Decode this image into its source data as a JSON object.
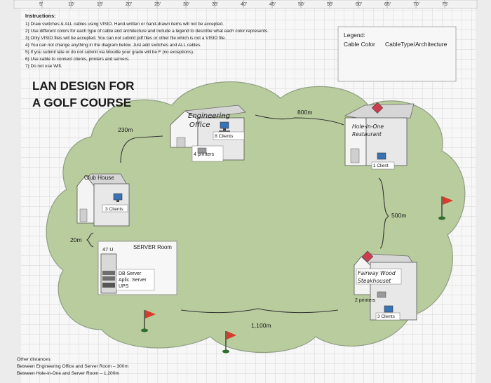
{
  "ruler": [
    "5'",
    "10'",
    "15'",
    "20'",
    "25'",
    "30'",
    "35'",
    "40'",
    "45'",
    "50'",
    "55'",
    "60'",
    "65'",
    "70'",
    "75'"
  ],
  "instructions": {
    "heading": "Instructions:",
    "lines": [
      "1) Draw switches & ALL cables using VISIO.  Hand-written or hand-drawn items will not be accepted.",
      "2) Use different colors for each type of cable and architecture and include a legend to describe what each color represents.",
      "3) Only VISIO files will be accepted.  You can not submit pdf files or other file which is not a VISIO file.",
      "4) You can not change anything in the diagram below.  Just add switches and ALL cables.",
      "5) If you submit late or do not submit via Moodle your grade will be F (no exceptions).",
      "6) Use cable to connect clients, printers and servers.",
      "7) Do not use Wifi."
    ]
  },
  "legend": {
    "title": "Legend:",
    "col1": "Cable Color",
    "col2": "CableType/Architecture"
  },
  "title": {
    "line1": "LAN DESIGN FOR",
    "line2": "A GOLF COURSE"
  },
  "buildings": {
    "engineering": {
      "line1": "Engineering",
      "line2": "Office",
      "clients": "8 Clients",
      "printers": "4 printers"
    },
    "clubhouse": {
      "name": "Club House",
      "clients": "3 Clients"
    },
    "hole_in_one": {
      "line1": "Hole-in-One",
      "line2": "Restaurant",
      "clients": "1 Client"
    },
    "fairway": {
      "line1": "Fairway Wood",
      "line2": "Steakhouset",
      "printers": "2 printers",
      "clients": "3 Clients"
    },
    "server_room": {
      "title": "SERVER Room",
      "rack": "47 U",
      "items": [
        "DB Server",
        "Aplic. Server",
        "UPS"
      ]
    }
  },
  "distances": {
    "d230": "230m",
    "d800": "800m",
    "d500": "500m",
    "d20": "20m",
    "d1100": "1,100m"
  },
  "other": {
    "heading": "Other distances:",
    "line1": "Between Engineering Office and Server Room – 300m",
    "line2": "Between Hole-in-One and Server Room – 1,200m"
  },
  "colors": {
    "grass": "#b9cc9d",
    "grass_edge": "#8f9f83",
    "grid": "#c8c8c8",
    "flag": "#d83a2c"
  }
}
